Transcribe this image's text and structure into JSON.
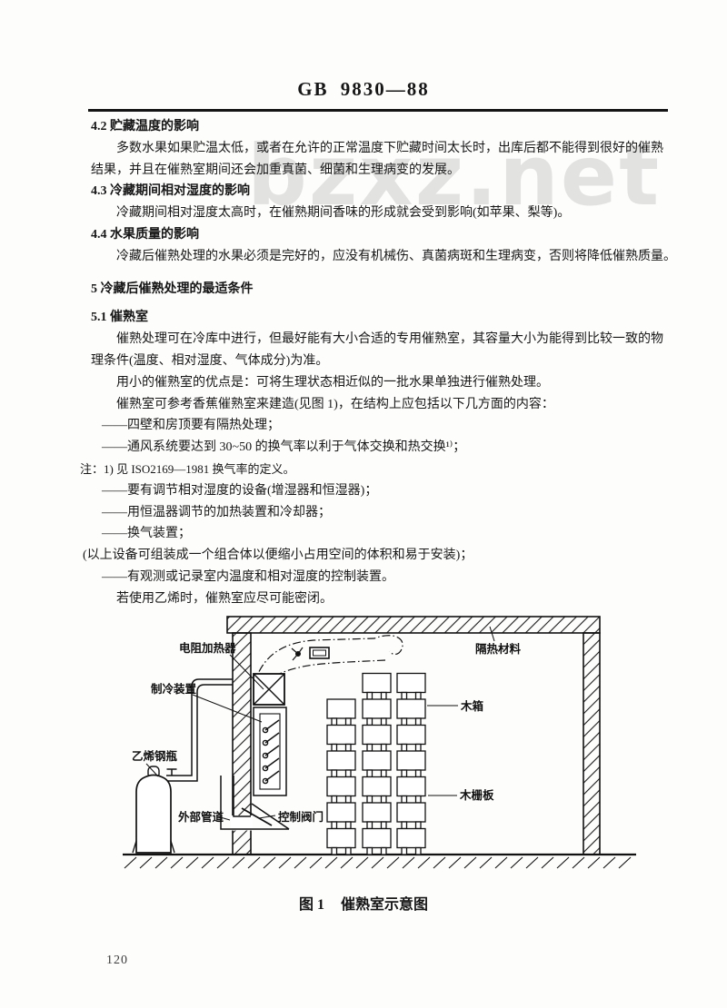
{
  "header": {
    "doc_number": "GB 9830—88"
  },
  "watermark": {
    "text": "bzxz.net"
  },
  "body": {
    "lines": [
      {
        "text": "4.2  贮藏温度的影响"
      },
      {
        "text": "多数水果如果贮温太低，或者在允许的正常温度下贮藏时间太长时，出库后都不能得到很好的催熟"
      },
      {
        "text": "结果，并且在催熟室期间还会加重真菌、细菌和生理病变的发展。"
      },
      {
        "text": "4.3  冷藏期间相对湿度的影响"
      },
      {
        "text": "冷藏期间相对湿度太高时，在催熟期间香味的形成就会受到影响(如苹果、梨等)。"
      },
      {
        "text": "4.4  水果质量的影响"
      },
      {
        "text": "冷藏后催熟处理的水果必须是完好的，应没有机械伤、真菌病斑和生理病变，否则将降低催熟质量。"
      },
      {
        "text": "5  冷藏后催熟处理的最适条件"
      },
      {
        "text": "5.1  催熟室"
      },
      {
        "text": "催熟处理可在冷库中进行，但最好能有大小合适的专用催熟室，其容量大小为能得到比较一致的物"
      },
      {
        "text": "理条件(温度、相对湿度、气体成分)为准。"
      },
      {
        "text": "用小的催熟室的优点是：可将生理状态相近似的一批水果单独进行催熟处理。"
      },
      {
        "text": "催熟室可参考香蕉催熟室来建造(见图 1)，在结构上应包括以下几方面的内容："
      },
      {
        "text": "——四壁和房顶要有隔热处理；"
      },
      {
        "text": "——通风系统要达到 30~50 的换气率以利于气体交换和热交换¹⁾；"
      },
      {
        "text": "注：1) 见 ISO2169—1981 换气率的定义。"
      },
      {
        "text": "——要有调节相对湿度的设备(增湿器和恒湿器)；"
      },
      {
        "text": "——用恒温器调节的加热装置和冷却器；"
      },
      {
        "text": "——换气装置；"
      },
      {
        "text": "(以上设备可组装成一个组合体以便缩小占用空间的体积和易于安装)；"
      },
      {
        "text": "——有观测或记录室内温度和相对湿度的控制装置。"
      },
      {
        "text": "若使用乙烯时，催熟室应尽可能密闭。"
      }
    ]
  },
  "figure": {
    "labels": {
      "heater": "电阻加热器",
      "cooler": "制冷装置",
      "cylinder": "乙烯钢瓶",
      "external_pipe": "外部管道",
      "control_valve": "控制阀门",
      "insulation": "隔热材料",
      "wooden_box": "木箱",
      "wooden_slat": "木栅板"
    },
    "crates": {
      "stacks": 3,
      "boxes_per_stack": [
        6,
        7,
        7
      ]
    },
    "caption": {
      "fig_label": "图 1",
      "title": "催熟室示意图"
    }
  },
  "footer": {
    "page_number": "120"
  }
}
